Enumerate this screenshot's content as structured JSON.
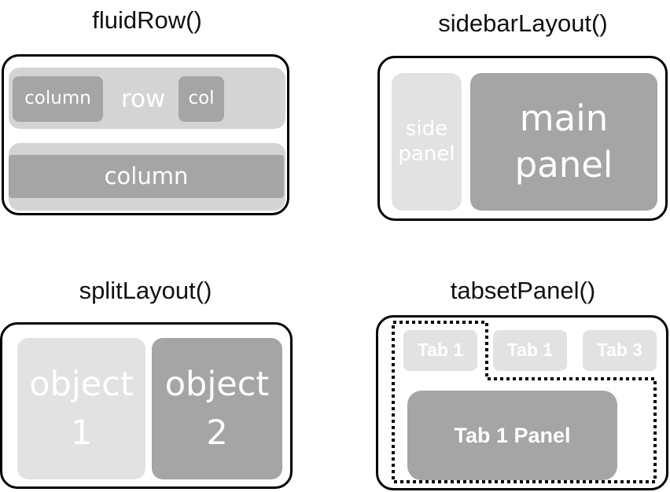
{
  "panels": {
    "fluid_row": {
      "title": "fluidRow()",
      "row1_label": "row",
      "row1_column": "column",
      "row1_col": "col",
      "row2_column": "column"
    },
    "sidebar_layout": {
      "title": "sidebarLayout()",
      "side_line1": "side",
      "side_line2": "panel",
      "main_line1": "main",
      "main_line2": "panel"
    },
    "split_layout": {
      "title": "splitLayout()",
      "left_line1": "object",
      "left_line2": "1",
      "right_line1": "object",
      "right_line2": "2"
    },
    "tabset_panel": {
      "title": "tabsetPanel()",
      "tabs": [
        "Tab 1",
        "Tab 1",
        "Tab 3"
      ],
      "panel_label": "Tab 1 Panel"
    }
  },
  "colors": {
    "light_gray": "#e2e2e2",
    "mid_gray": "#d4d4d4",
    "dark_gray": "#a5a5a5",
    "frame": "#000000"
  }
}
